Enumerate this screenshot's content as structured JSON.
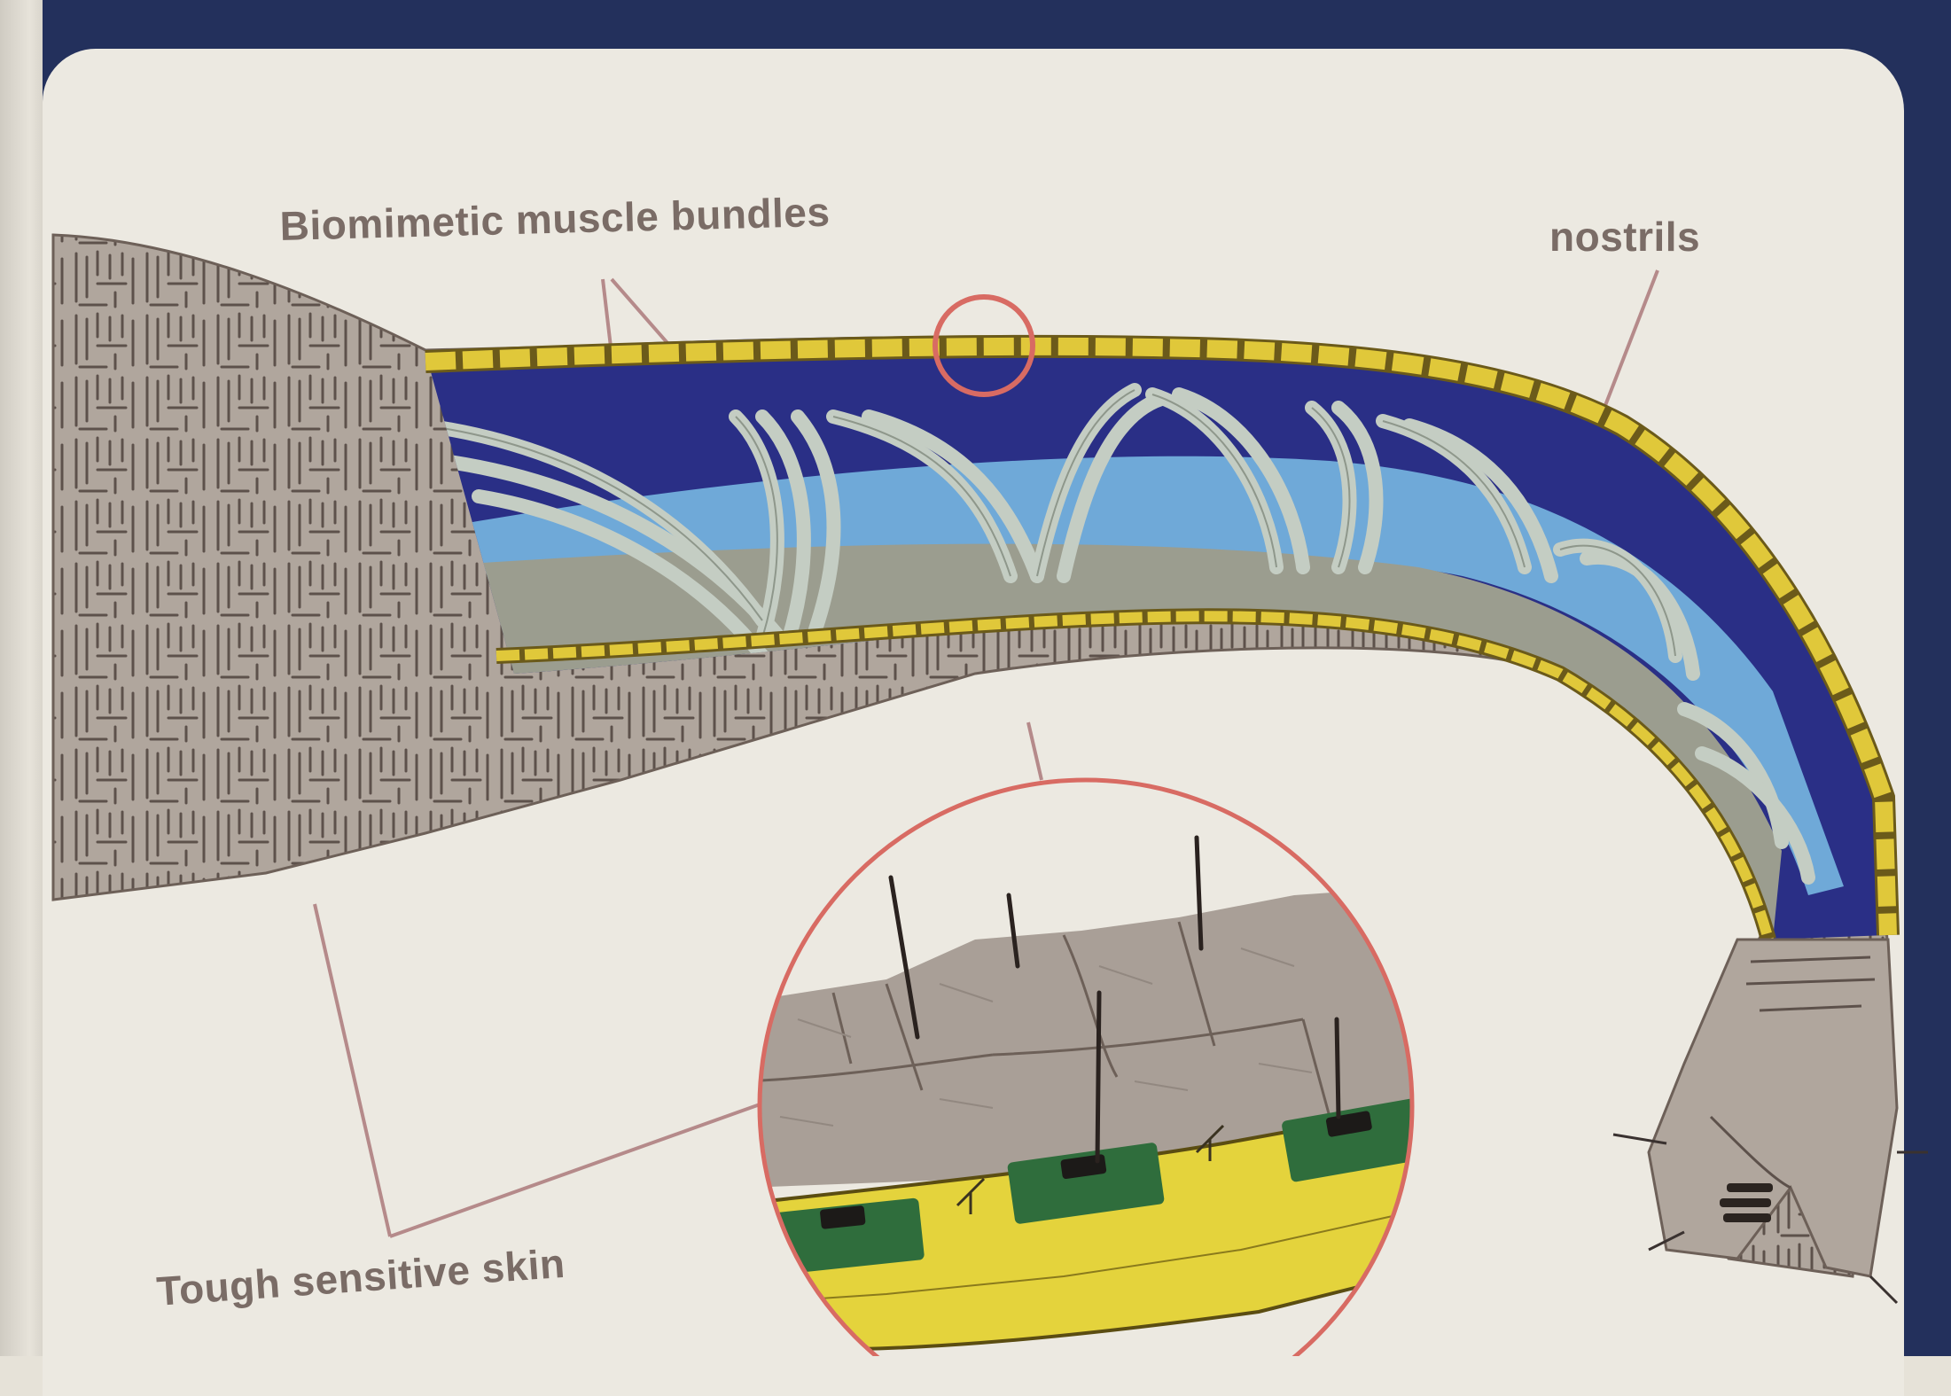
{
  "labels": {
    "muscle_bundles": "Biomimetic muscle bundles",
    "nostrils": "nostrils",
    "skin": "Tough sensitive skin"
  },
  "colors": {
    "navy_frame": "#23305c",
    "card": "#ece9e1",
    "trunk_skin": "#b0a69d",
    "skin_lines": "#5d514b",
    "sensor_layer": "#e0c83a",
    "interior": "#2a2f86",
    "muscle_bundle": "#c4cdc3",
    "water_channel": "#6fa9d8",
    "leader_line": "#b58a8a",
    "callout_circle": "#d86b63",
    "sensor_chip": "#2f6d3c"
  }
}
